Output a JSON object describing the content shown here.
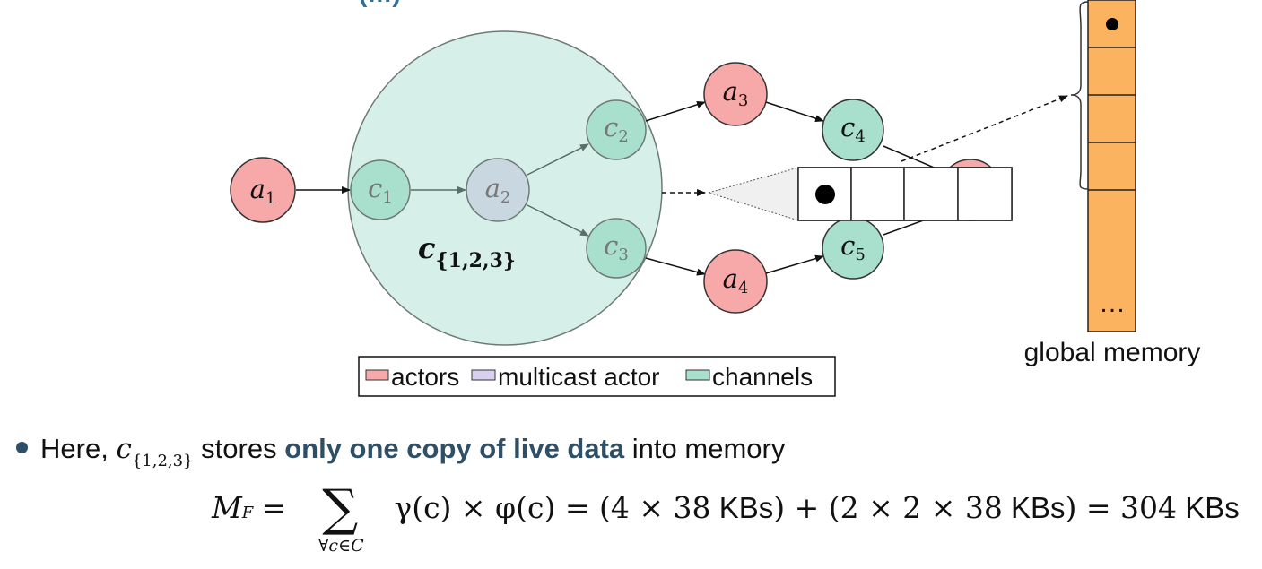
{
  "colors": {
    "actor_fill": "#f7a8a8",
    "multicast_fill": "#c9d8e0",
    "channel_fill": "#a9e0cd",
    "merged_fill": "#d6efe8",
    "memory_fill": "#fbb35f",
    "highlight_text": "#2f4f67"
  },
  "header": {
    "partial_text": "(…)"
  },
  "nodes": {
    "a1": {
      "base": "a",
      "sub": "1"
    },
    "a2": {
      "base": "a",
      "sub": "2"
    },
    "a3": {
      "base": "a",
      "sub": "3"
    },
    "a4": {
      "base": "a",
      "sub": "4"
    },
    "c1": {
      "base": "c",
      "sub": "1"
    },
    "c2": {
      "base": "c",
      "sub": "2"
    },
    "c3": {
      "base": "c",
      "sub": "3"
    },
    "c4": {
      "base": "c",
      "sub": "4"
    },
    "c5": {
      "base": "c",
      "sub": "5"
    }
  },
  "merged_label": {
    "base": "c",
    "sub": "{1,2,3}"
  },
  "legend": {
    "actors": "actors",
    "multicast": "multicast actor",
    "channels": "channels"
  },
  "memory": {
    "label": "global memory",
    "ellipsis": "…"
  },
  "bullet": {
    "prefix": "Here,",
    "sym_base": "c",
    "sym_sub": "{1,2,3}",
    "middle": "stores",
    "highlight": "only one copy of live data",
    "suffix": "into memory"
  },
  "formula": {
    "lhs_base": "M",
    "lhs_sub": "F",
    "eq": "=",
    "sum_sub": "∀c∈C",
    "term": "γ(c) × φ(c) = (4 × 38",
    "kb1": "KBs",
    "mid": ") + (2 × 2 × 38",
    "kb2": "KBs",
    "end": ") = 304",
    "kb3": "KBs"
  }
}
